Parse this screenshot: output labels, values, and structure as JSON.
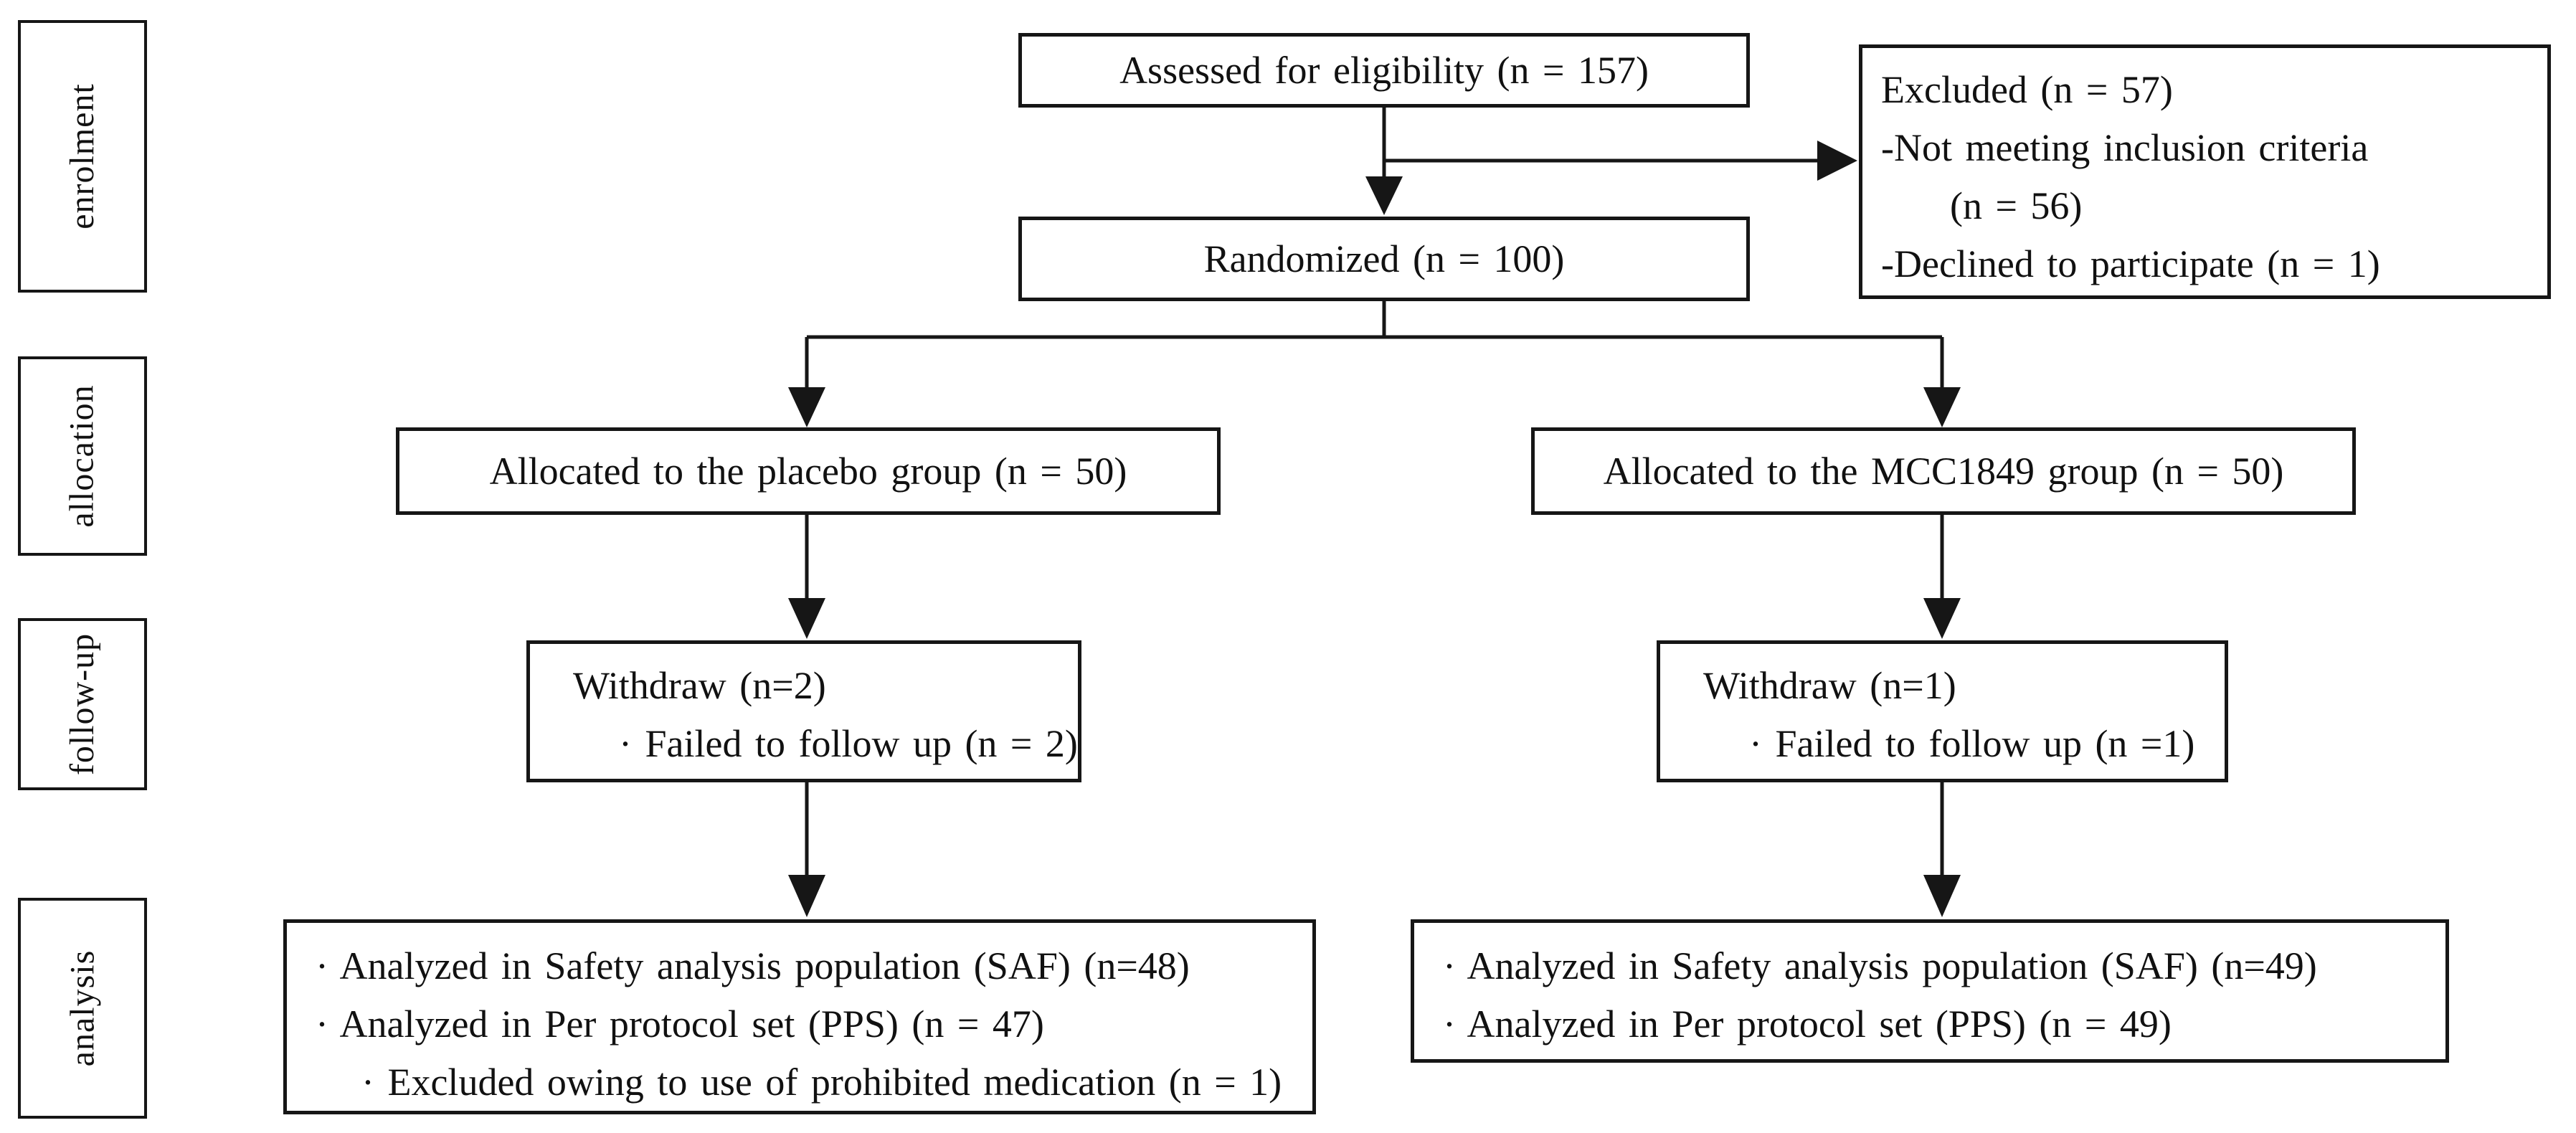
{
  "figure": {
    "background": "#ffffff",
    "line_color": "#161616"
  },
  "stages": [
    {
      "label": "enrolment"
    },
    {
      "label": "allocation"
    },
    {
      "label": "follow-up"
    },
    {
      "label": "analysis"
    }
  ],
  "boxes": {
    "assessed": {
      "text": "Assessed for eligibility (n = 157)"
    },
    "excluded": {
      "lines": [
        "Excluded (n = 57)",
        "-Not meeting inclusion criteria",
        "(n = 56)",
        "-Declined to participate (n = 1)"
      ]
    },
    "randomized": {
      "text": "Randomized  (n = 100)"
    },
    "allocation_placebo": {
      "text": "Allocated to the placebo group  (n = 50)"
    },
    "allocation_mcc1849": {
      "text": "Allocated to the MCC1849 group  (n = 50)"
    },
    "followup_placebo": {
      "lines": [
        "Withdraw (n=2)",
        "· Failed to follow up (n = 2)"
      ]
    },
    "followup_mcc1849": {
      "lines": [
        "Withdraw (n=1)",
        "· Failed to follow up (n =1)"
      ]
    },
    "analysis_placebo": {
      "lines": [
        "· Analyzed in Safety analysis population  (SAF) (n=48)",
        "· Analyzed in Per protocol set (PPS)  (n = 47)",
        "· Excluded owing to use of prohibited medication  (n = 1)"
      ]
    },
    "analysis_mcc1849": {
      "lines": [
        "· Analyzed in Safety analysis population  (SAF) (n=49)",
        "· Analyzed in Per protocol set (PPS)  (n = 49)"
      ]
    }
  }
}
